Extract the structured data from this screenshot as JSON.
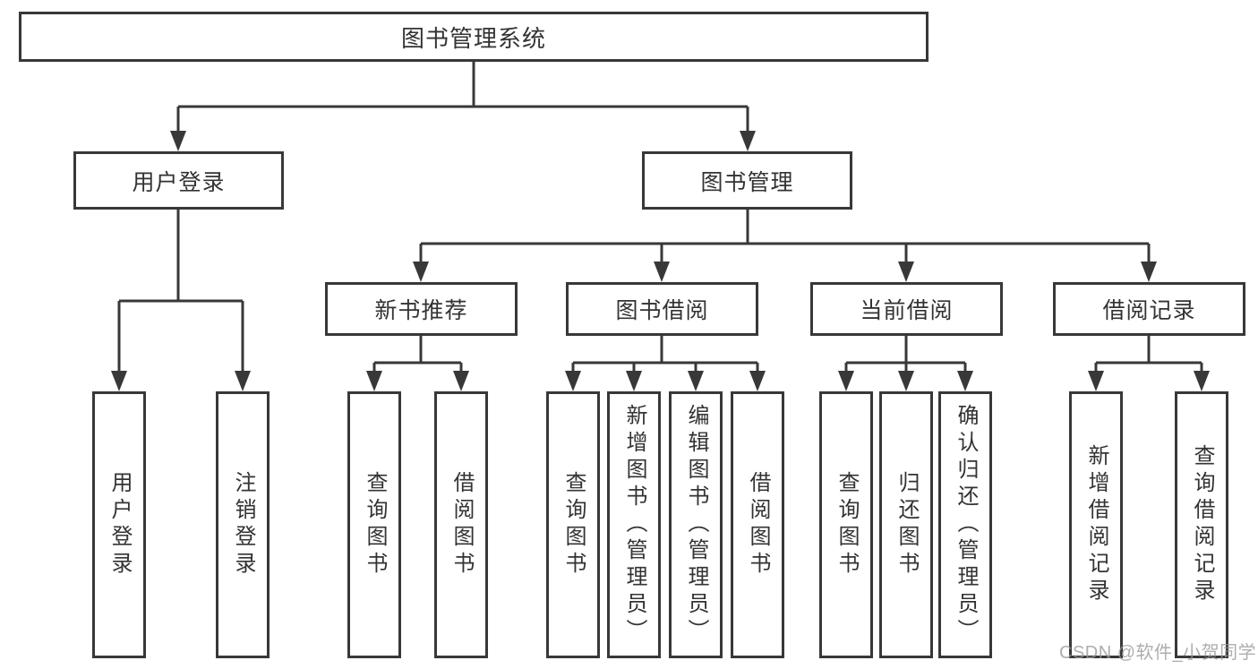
{
  "title": "图书管理系统",
  "branches": [
    {
      "label": "用户登录"
    },
    {
      "label": "图书管理"
    }
  ],
  "modules": [
    {
      "label": "新书推荐"
    },
    {
      "label": "图书借阅"
    },
    {
      "label": "当前借阅"
    },
    {
      "label": "借阅记录"
    }
  ],
  "leaves": {
    "user_login": [
      {
        "label": "用户登录"
      },
      {
        "label": "注销登录"
      }
    ],
    "new_book": [
      {
        "label": "查询图书"
      },
      {
        "label": "借阅图书"
      }
    ],
    "book_borrow": [
      {
        "label": "查询图书"
      },
      {
        "label": "新增图书（管理员）"
      },
      {
        "label": "编辑图书（管理员）"
      },
      {
        "label": "借阅图书"
      }
    ],
    "current_borrow": [
      {
        "label": "查询图书"
      },
      {
        "label": "归还图书"
      },
      {
        "label": "确认归还（管理员）"
      }
    ],
    "borrow_records": [
      {
        "label": "新增借阅记录"
      },
      {
        "label": "查询借阅记录"
      }
    ]
  },
  "watermark": "CSDN @软件_小贺同学",
  "colors": {
    "line": "#383838",
    "text": "#333333",
    "watermark": "#989898"
  }
}
